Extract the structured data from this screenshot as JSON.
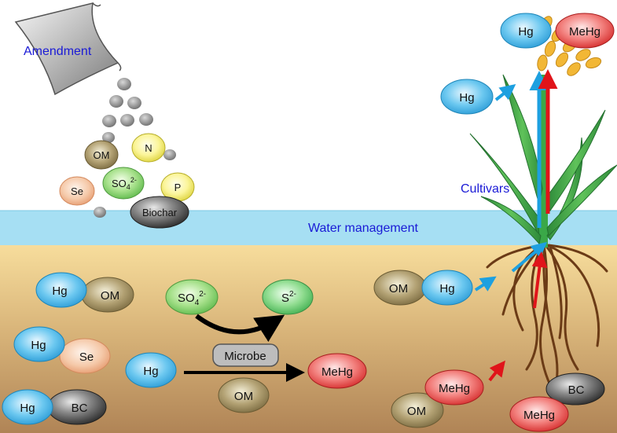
{
  "amendment": {
    "label": "Amendment",
    "items": {
      "om": "OM",
      "n": "N",
      "se": "Se",
      "sulfate": "SO",
      "sulfate_sub": "4",
      "sulfate_sup": "2-",
      "p": "P",
      "biochar": "Biochar"
    }
  },
  "water": {
    "label": "Water management"
  },
  "cultivars": {
    "label": "Cultivars"
  },
  "plant": {
    "grain_hg": "Hg",
    "grain_mehg": "MeHg",
    "leaf_hg": "Hg"
  },
  "soil": {
    "complex_hg_om": {
      "hg": "Hg",
      "om": "OM"
    },
    "complex_hg_se": {
      "hg": "Hg",
      "se": "Se"
    },
    "complex_hg_bc": {
      "hg": "Hg",
      "bc": "BC"
    },
    "sulfate": "SO",
    "sulfate_sub": "4",
    "sulfate_sup": "2-",
    "sulfide": "S",
    "sulfide_sup": "2-",
    "microbe": "Microbe",
    "hg": "Hg",
    "mehg": "MeHg",
    "om": "OM",
    "root_om_hg": {
      "om": "OM",
      "hg": "Hg"
    },
    "root_om_mehg": {
      "om": "OM",
      "mehg": "MeHg"
    },
    "root_bc_mehg": {
      "bc": "BC",
      "mehg": "MeHg"
    }
  },
  "colors": {
    "hg": "#3fb2e6",
    "om": "#8c7a4f",
    "se": "#f0b690",
    "sulfate": "#7fcf6a",
    "n_p": "#f4ee6a",
    "mehg": "#e0413f",
    "bc": "#3a3a3a",
    "water": "#9fdcf2",
    "label_blue": "#1a1ad6",
    "arrow_blue": "#1da0e0",
    "arrow_red": "#e0141a"
  }
}
